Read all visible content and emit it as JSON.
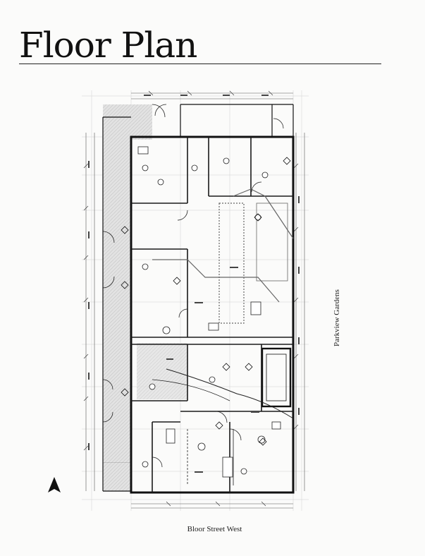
{
  "page": {
    "title": "Floor Plan"
  },
  "plan": {
    "icon": "floor-plan-drawing",
    "street_east": "Parkview Gardens",
    "street_south": "Bloor Street West"
  },
  "compass": {
    "icon": "north-arrow-icon"
  },
  "colors": {
    "ink": "#1d1d1d",
    "hatch": "#d9d9d9",
    "background": "#fbfbfa"
  }
}
